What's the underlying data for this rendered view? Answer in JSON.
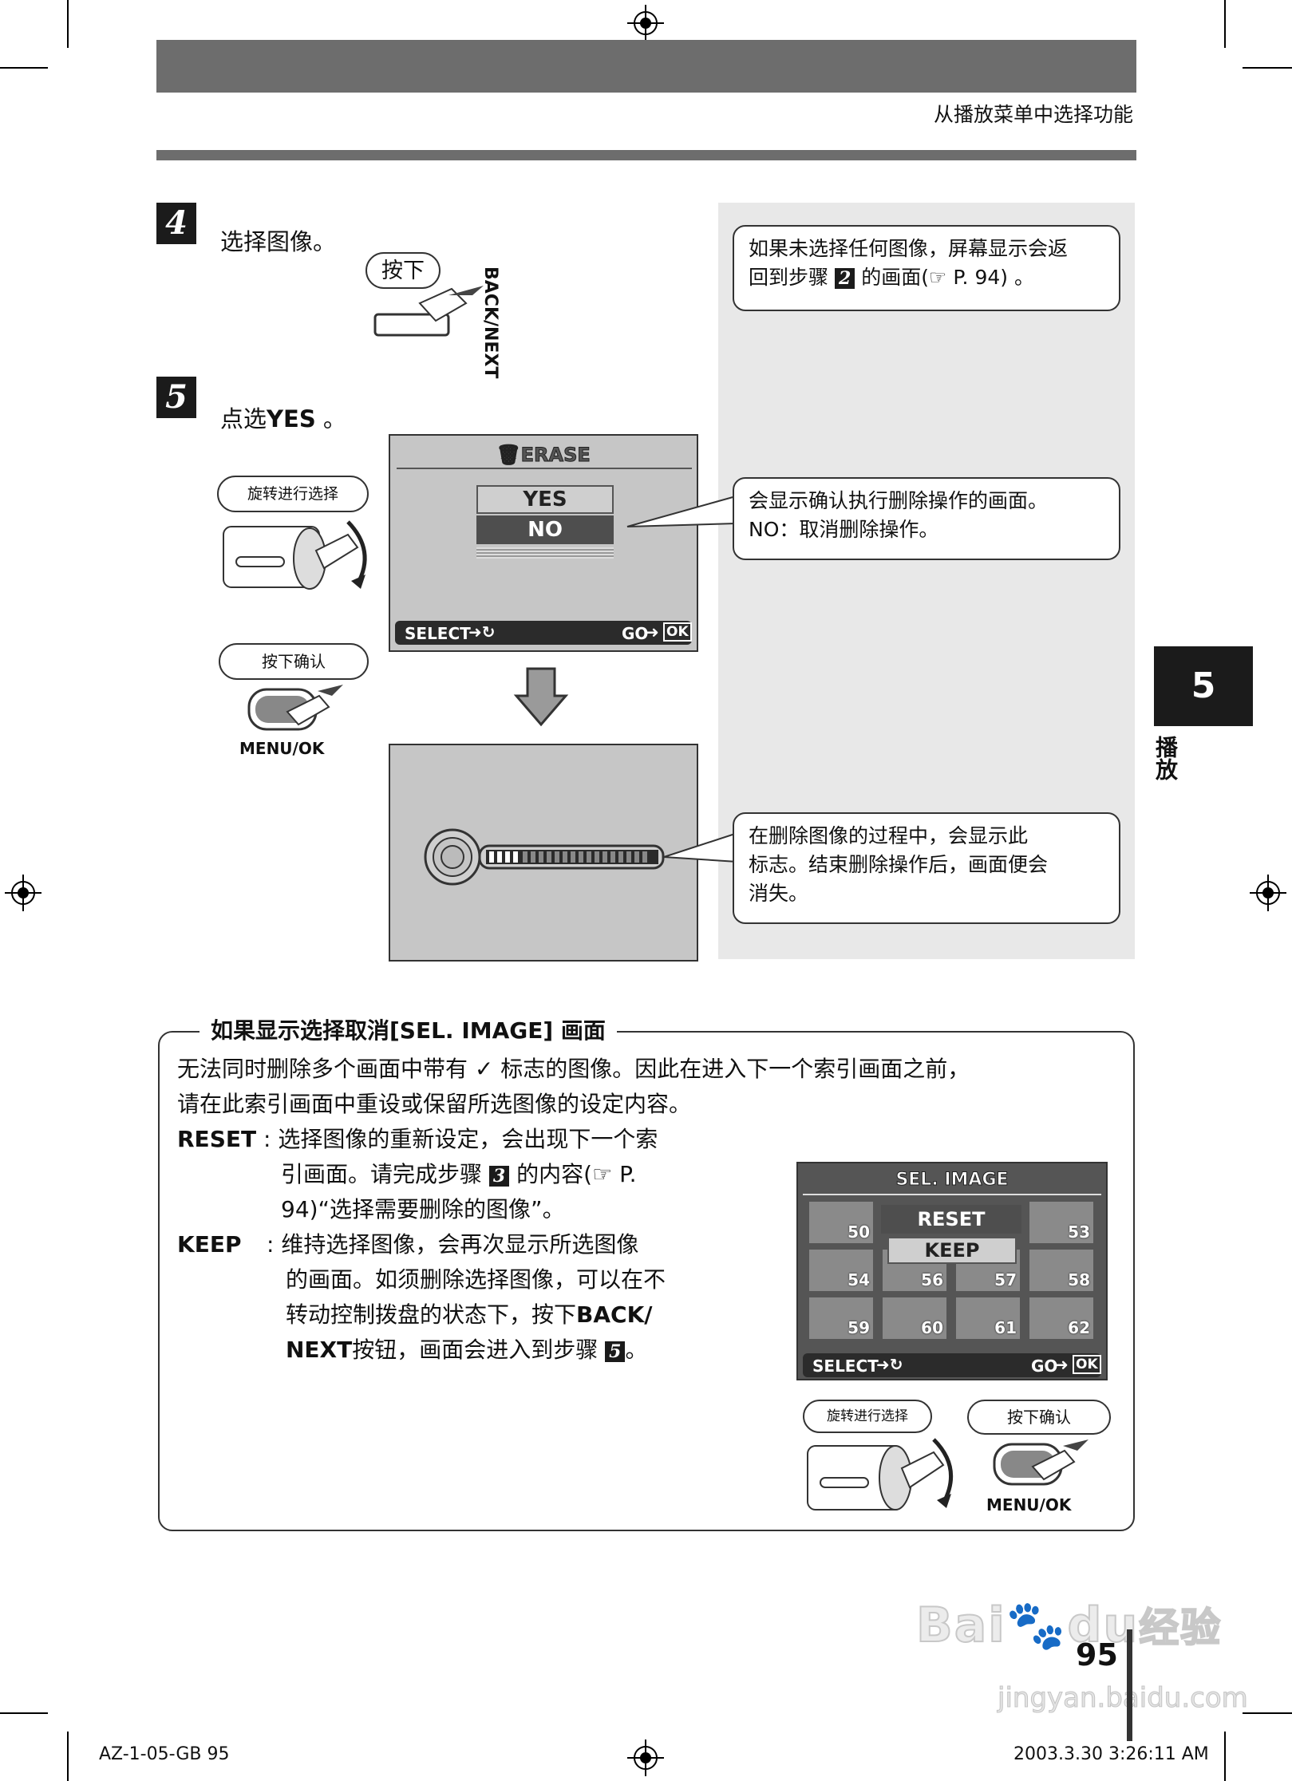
{
  "header": {
    "title": "从播放菜单中选择功能"
  },
  "step4": {
    "number": "4",
    "text": "选择图像。",
    "press_label": "按下",
    "button_label": "BACK/NEXT"
  },
  "step5": {
    "number": "5",
    "text_prefix": "点选",
    "text_bold": "YES",
    "text_suffix": " 。"
  },
  "controls": {
    "rotate_label": "旋转进行选择",
    "confirm_label": "按下确认",
    "menu_ok_label": "MENU/OK"
  },
  "erase_screen": {
    "title": "ERASE",
    "options": [
      "YES",
      "NO"
    ],
    "select_label": "SELECT",
    "go_label": "GO",
    "ok_label": "OK"
  },
  "callouts": {
    "no_selection_line1": "如果未选择任何图像，屏幕显示会返",
    "no_selection_line2_prefix": "回到步骤",
    "no_selection_step": "2",
    "no_selection_line2_suffix": "的画面(",
    "no_selection_ref": " P. 94) 。",
    "confirm_screen_line1": "会显示确认执行删除操作的画面。",
    "confirm_screen_line2": "NO：取消删除操作。",
    "progress_line1": "在删除图像的过程中，会显示此",
    "progress_line2": "标志。结束删除操作后，画面便会",
    "progress_line3": "消失。"
  },
  "box": {
    "title": "如果显示选择取消[SEL. IMAGE] 画面",
    "intro_line1_prefix": "无法同时删除多个画面中带有",
    "intro_line1_suffix": "标志的图像。因此在进入下一个索引画面之前，",
    "intro_line2": "请在此索引画面中重设或保留所选图像的设定内容。",
    "reset_label": "RESET",
    "reset_line1": ": 选择图像的重新设定，会出现下一个索",
    "reset_line2_prefix": "引画面。请完成步骤",
    "reset_step": "3",
    "reset_line2_suffix": "的内容(",
    "reset_ref": " P.",
    "reset_line3": "94)“选择需要删除的图像”。",
    "keep_label": "KEEP",
    "keep_line1": ": 维持选择图像，会再次显示所选图像",
    "keep_line2": "的画面。如须删除选择图像，可以在不",
    "keep_line3_prefix": "转动控制拨盘的状态下，按下",
    "keep_line3_bold": "BACK/",
    "keep_line4_bold": "NEXT",
    "keep_line4_prefix": "按钮，画面会进入到步骤",
    "keep_step": "5",
    "keep_line4_suffix": "。"
  },
  "sel_image_screen": {
    "title": "SEL. IMAGE",
    "menu": [
      "RESET",
      "KEEP"
    ],
    "thumbnails": [
      "50",
      "53",
      "54",
      "56",
      "57",
      "58",
      "59",
      "60",
      "61",
      "62"
    ],
    "select_label": "SELECT",
    "go_label": "GO",
    "ok_label": "OK"
  },
  "side_tab": {
    "number": "5",
    "label": "播放"
  },
  "page_number": "95",
  "footer": {
    "left": "AZ-1-05-GB   95",
    "right": "2003.3.30   3:26:11 AM"
  },
  "watermark": {
    "brand": "Bai",
    "brand2": "du",
    "brand3": "经验",
    "url": "jingyan.baidu.com"
  }
}
